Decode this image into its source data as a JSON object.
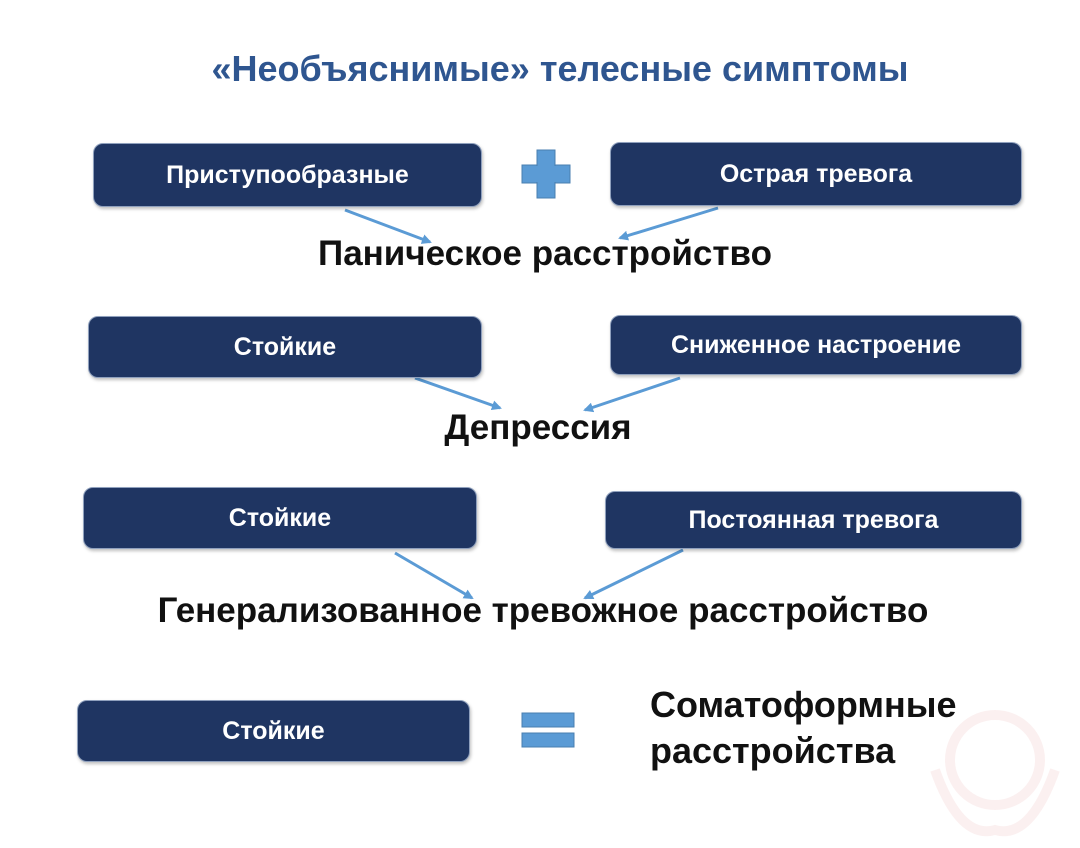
{
  "title": "«Необъяснимые» телесные симптомы",
  "rows": [
    {
      "left": "Приступообразные",
      "right": "Острая тревога",
      "operator": "plus",
      "result": "Паническое расстройство"
    },
    {
      "left": "Стойкие",
      "right": "Сниженное настроение",
      "result": "Депрессия"
    },
    {
      "left": "Стойкие",
      "right": "Постоянная тревога",
      "result": "Генерализованное тревожное расстройство"
    },
    {
      "left": "Стойкие",
      "operator": "equals",
      "result_line1": "Соматоформные",
      "result_line2": "расстройства"
    }
  ],
  "colors": {
    "box": "#1f3562",
    "accent": "#5b9bd5",
    "title": "#2f5690"
  }
}
